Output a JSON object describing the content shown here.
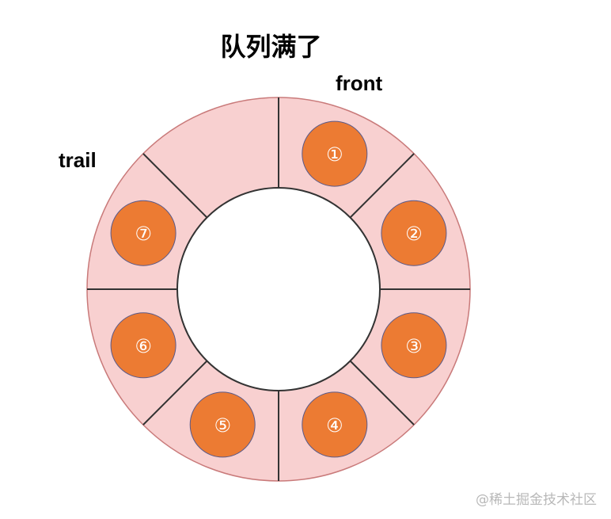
{
  "title": "队列满了",
  "labels": {
    "front": "front",
    "trail": "trail"
  },
  "queue": {
    "slots": [
      {
        "label": "",
        "filled": false
      },
      {
        "label": "①",
        "filled": true
      },
      {
        "label": "②",
        "filled": true
      },
      {
        "label": "③",
        "filled": true
      },
      {
        "label": "④",
        "filled": true
      },
      {
        "label": "⑤",
        "filled": true
      },
      {
        "label": "⑥",
        "filled": true
      },
      {
        "label": "⑦",
        "filled": true
      }
    ]
  },
  "colors": {
    "ring_fill": "#f8d0d0",
    "ring_stroke": "#c97a7a",
    "divider": "#333333",
    "ball_fill": "#ec7b33",
    "ball_stroke": "#5a5a8a",
    "inner_fill": "#ffffff"
  },
  "watermark": "@稀土掘金技术社区"
}
